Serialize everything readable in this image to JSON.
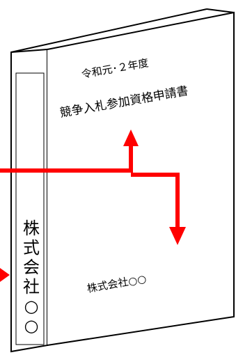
{
  "cover": {
    "year_line": "令和元･２年度",
    "title": "競争入札参加資格申請書",
    "company": "株式会社○○"
  },
  "spine": {
    "chars": [
      "株",
      "式",
      "会",
      "社",
      "○",
      "○"
    ]
  },
  "colors": {
    "arrow": "#ff0000",
    "line": "#000000",
    "background": "#ffffff"
  }
}
